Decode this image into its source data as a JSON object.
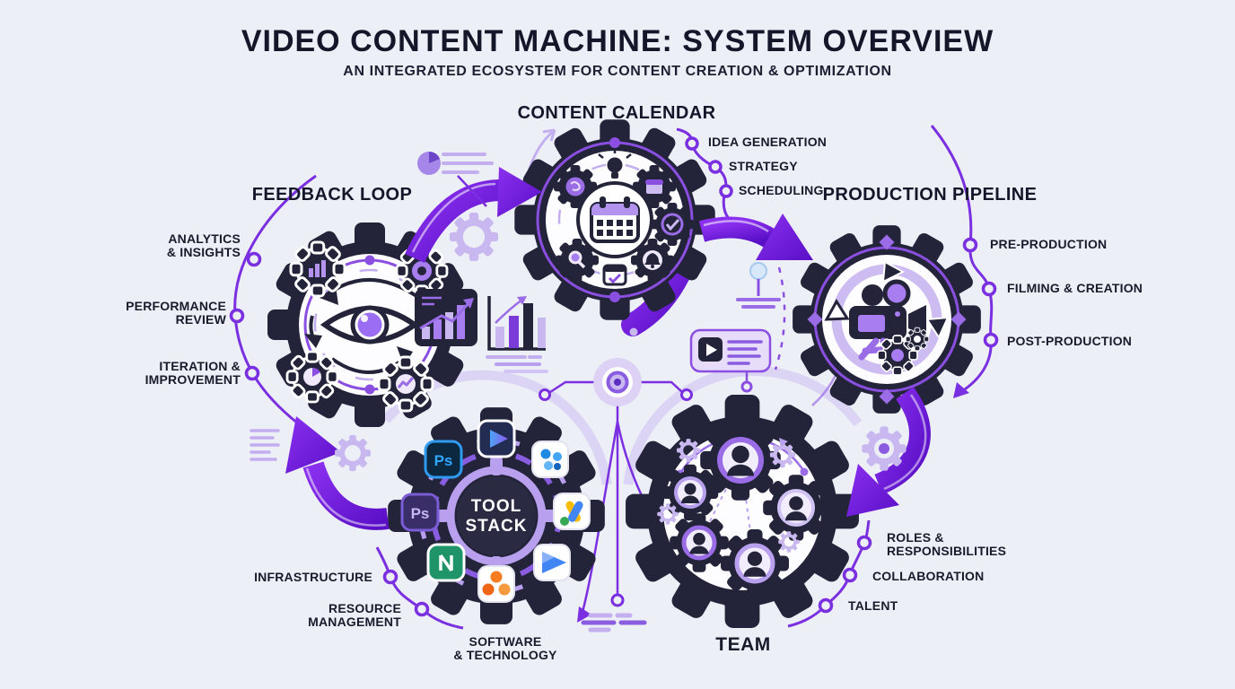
{
  "header": {
    "title": "VIDEO CONTENT MACHINE: SYSTEM OVERVIEW",
    "subtitle": "AN INTEGRATED ECOSYSTEM FOR CONTENT CREATION & OPTIMIZATION"
  },
  "feedback_loop": {
    "title": "FEEDBACK LOOP",
    "labels": {
      "analytics": "ANALYTICS\n& INSIGHTS",
      "performance": "PERFORMANCE\nREVIEW",
      "iteration": "ITERATION &\nIMPROVEMENT"
    }
  },
  "content_calendar": {
    "title": "CONTENT CALENDAR",
    "labels": {
      "idea": "IDEA GENERATION",
      "strategy": "STRATEGY",
      "scheduling": "SCHEDULING"
    }
  },
  "production_pipeline": {
    "title": "PRODUCTION PIPELINE",
    "labels": {
      "pre": "PRE-PRODUCTION",
      "filming": "FILMING & CREATION",
      "post": "POST-PRODUCTION"
    }
  },
  "tool_stack": {
    "center_line1": "TOOL",
    "center_line2": "STACK",
    "ps_label": "Ps",
    "labels": {
      "infrastructure": "INFRASTRUCTURE",
      "resource": "RESOURCE\nMANAGEMENT",
      "software": "SOFTWARE\n& TECHNOLOGY"
    }
  },
  "team": {
    "title": "TEAM",
    "labels": {
      "roles": "ROLES &\nRESPONSIBILITIES",
      "collaboration": "COLLABORATION",
      "talent": "TALENT"
    }
  },
  "colors": {
    "background": "#edeff6",
    "ink": "#23243a",
    "accent": "#7a1fe0",
    "accent_soft": "#9a6ce6",
    "lavender": "#c3aef0"
  }
}
